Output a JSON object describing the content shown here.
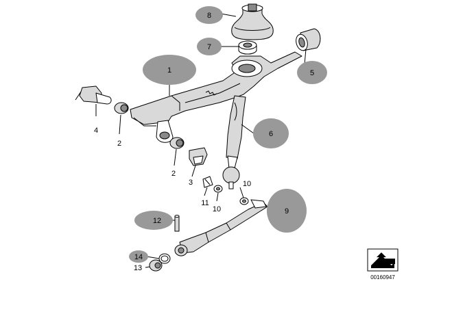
{
  "callouts": {
    "c1": "1",
    "c2a": "2",
    "c2b": "2",
    "c3": "3",
    "c4": "4",
    "c5": "5",
    "c6": "6",
    "c7": "7",
    "c8": "8",
    "c9": "9",
    "c10a": "10",
    "c10b": "10",
    "c11": "11",
    "c12": "12",
    "c13": "13",
    "c14": "14"
  },
  "diagram_code": "00160947",
  "colors": {
    "bubble": "#999999",
    "line": "#000000",
    "background": "#ffffff"
  }
}
